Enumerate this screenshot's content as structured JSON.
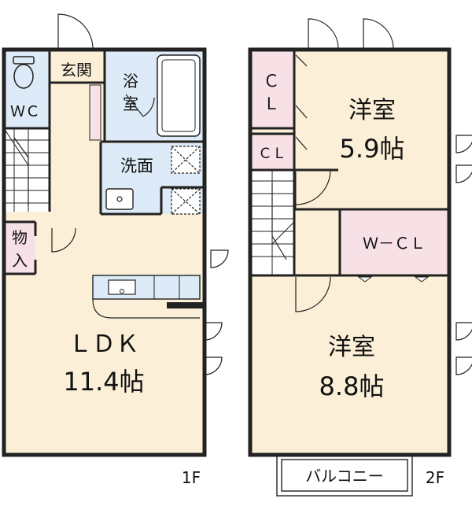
{
  "floor1": {
    "floor_label": "1F",
    "rooms": {
      "wc": "ＷＣ",
      "genkan": "玄関",
      "bath_line1": "浴",
      "bath_line2": "室",
      "washroom": "洗面",
      "storage_line1": "物",
      "storage_line2": "入",
      "ldk_name": "ＬＤＫ",
      "ldk_size": "11.4帖"
    }
  },
  "floor2": {
    "floor_label": "2F",
    "rooms": {
      "closet1_line1": "Ｃ",
      "closet1_line2": "Ｌ",
      "closet2": "ＣＬ",
      "room1_name": "洋室",
      "room1_size": "5.9帖",
      "walkin": "Ｗ－ＣＬ",
      "room2_name": "洋室",
      "room2_size": "8.8帖",
      "balcony": "バルコニー"
    }
  },
  "colors": {
    "wall": "#222222",
    "living_floor": "#fbefd7",
    "water_area": "#dcebf7",
    "storage": "#f8e1e6",
    "stairs": "#ffffff",
    "text": "#111111"
  }
}
